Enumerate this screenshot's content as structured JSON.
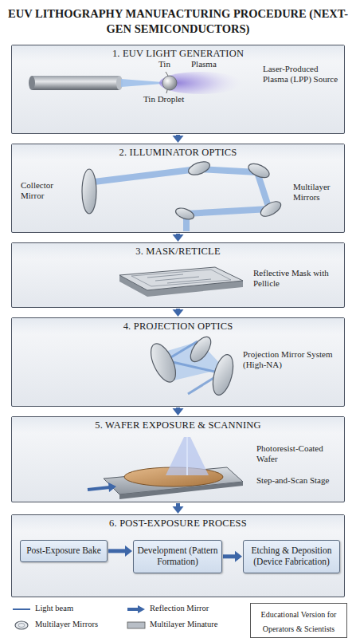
{
  "diagram": {
    "title": "EUV LITHOGRAPHY MANUFACTURING PROCEDURE (NEXT-GEN SEMICONDUCTORS)",
    "nodes": [
      {
        "text": [
          "1. EUV LIGHT GENERATION"
        ]
      },
      {
        "text": [
          "2. ILLUMINATOR OPTICS"
        ]
      },
      {
        "text": [
          "3. MASK/RETICLE"
        ]
      },
      {
        "text": [
          "4. PROJECTION OPTICS"
        ]
      },
      {
        "text": [
          "5. WAFER EXPOSURE & SCANNING"
        ]
      },
      {
        "text": [
          "6. POST-EXPOSURE PROCESS"
        ]
      },
      {
        "text": [
          "Post-Exposure Bake"
        ],
        "in": 5
      },
      {
        "text": [
          "Development (Pattern Formation)"
        ],
        "in": 5
      },
      {
        "text": [
          "Etching & Deposition (Device Fabrication)"
        ],
        "in": 5
      },
      {
        "text": [
          "Educational Version for Operators & Scientists"
        ]
      }
    ],
    "edges": [
      {
        "from": 0,
        "to": 1,
        "arrow": "to"
      },
      {
        "from": 1,
        "to": 2,
        "arrow": "to"
      },
      {
        "from": 2,
        "to": 3,
        "arrow": "to"
      },
      {
        "from": 3,
        "to": 4,
        "arrow": "to"
      },
      {
        "from": 4,
        "to": 5,
        "arrow": "to"
      },
      {
        "from": 6,
        "to": 7,
        "arrow": "to"
      },
      {
        "from": 7,
        "to": 8,
        "arrow": "to"
      }
    ],
    "labels": [
      "Tin",
      "Plasma",
      "Tin Droplet",
      "Laser-Produced Plasma (LPP) Source",
      "Collector Mirror",
      "Multilayer Mirrors",
      "Reflective Mask with Pellicle",
      "Projection Mirror System (High-NA)",
      "Photoresist-Coated Wafer",
      "Step-and-Scan Stage"
    ],
    "legend": [
      {
        "text": "Light beam"
      },
      {
        "text": "Reflection Mirror"
      },
      {
        "text": "Multilayer Mirrors"
      },
      {
        "text": "Multilayer Minature"
      }
    ]
  }
}
